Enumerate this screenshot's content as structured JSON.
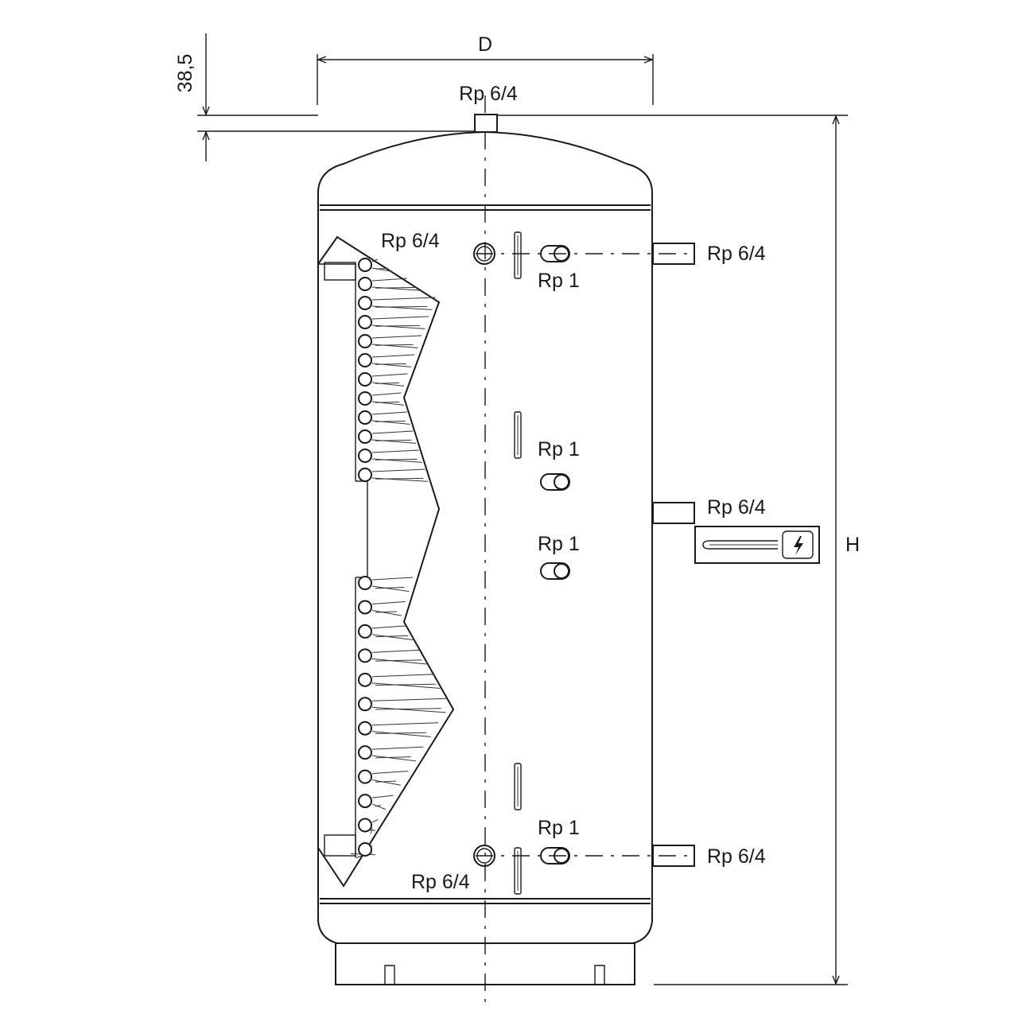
{
  "dimensions": {
    "diameter": "D",
    "height": "H",
    "top_offset": "38,5"
  },
  "connections": {
    "top": "Rp 6/4",
    "right_upper": "Rp 6/4",
    "right_middle": "Rp 6/4",
    "right_lower": "Rp 6/4",
    "coil_upper": "Rp 6/4",
    "coil_lower": "Rp 6/4",
    "sensor_1": "Rp 1",
    "sensor_2": "Rp 1",
    "sensor_3": "Rp 1",
    "sensor_4": "Rp 1"
  },
  "icons": {
    "heater": "electric-heater-icon",
    "lightning": "lightning-icon"
  }
}
